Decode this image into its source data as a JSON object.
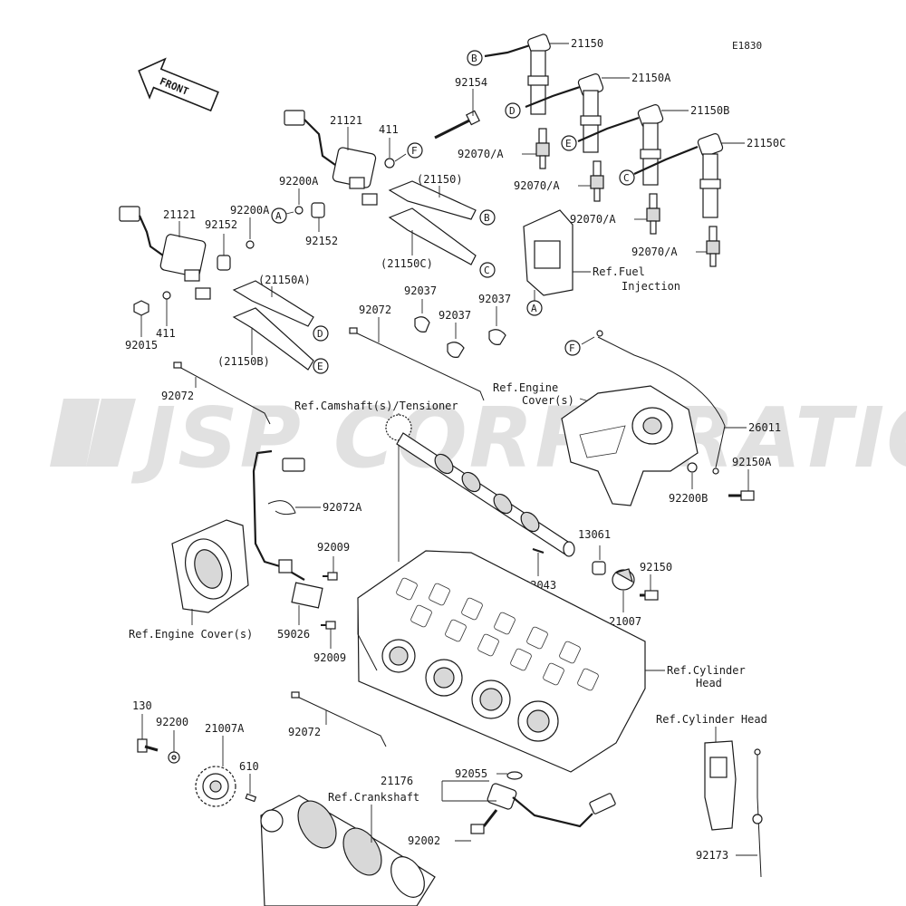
{
  "diagram_code": "E1830",
  "front_label": "FRONT",
  "watermark": "JSP CORPORATION",
  "refs": {
    "fuel_line1": "Ref.Fuel",
    "fuel_line2": "Injection",
    "camshaft": "Ref.Camshaft(s)/Tensioner",
    "engine_cover_top_line1": "Ref.Engine",
    "engine_cover_top_line2": "Cover(s)",
    "engine_cover_left": "Ref.Engine Cover(s)",
    "cylinder_head_line1": "Ref.Cylinder",
    "cylinder_head_line2": "Head",
    "cylinder_head_right": "Ref.Cylinder Head",
    "crankshaft": "Ref.Crankshaft"
  },
  "callouts": {
    "A": "A",
    "B": "B",
    "C": "C",
    "D": "D",
    "E": "E",
    "F": "F"
  },
  "parts": {
    "p21150": "21150",
    "p21150A": "21150A",
    "p21150B": "21150B",
    "p21150C": "21150C",
    "p92154": "92154",
    "p92070A_1": "92070/A",
    "p92070A_2": "92070/A",
    "p92070A_3": "92070/A",
    "p92070A_4": "92070/A",
    "p21121_top": "21121",
    "p411_top": "411",
    "p92200A_1": "92200A",
    "p92200A_2": "92200A",
    "p21150_paren": "(21150)",
    "p21150C_paren": "(21150C)",
    "p92152_1": "92152",
    "p92152_2": "92152",
    "p21121_left": "21121",
    "p21150A_paren": "(21150A)",
    "p21150B_paren": "(21150B)",
    "p411_left": "411",
    "p92015": "92015",
    "p92037_1": "92037",
    "p92037_2": "92037",
    "p92037_3": "92037",
    "p92072_1": "92072",
    "p92072_2": "92072",
    "p92072_3": "92072",
    "p92072A": "92072A",
    "p26011": "26011",
    "p92150A": "92150A",
    "p92200B": "92200B",
    "p13061": "13061",
    "p92043": "92043",
    "p92150": "92150",
    "p21007": "21007",
    "p92009_1": "92009",
    "p92009_2": "92009",
    "p59026": "59026",
    "p130": "130",
    "p92200": "92200",
    "p21007A": "21007A",
    "p610": "610",
    "p21176": "21176",
    "p92055": "92055",
    "p92002": "92002",
    "p92173": "92173"
  }
}
